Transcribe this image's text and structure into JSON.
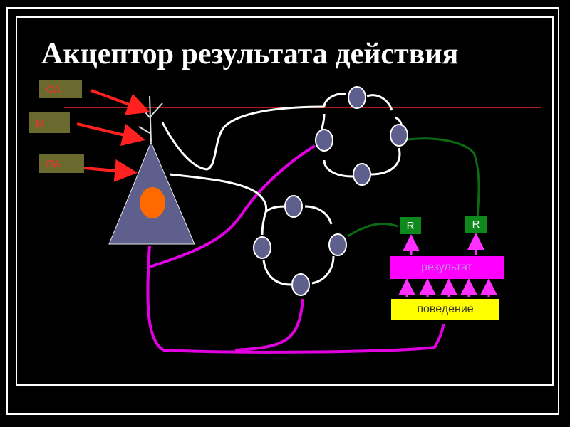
{
  "title": "Акцептор результата действия",
  "inputs": {
    "oa": "ОА",
    "m": "М",
    "pa": "ПА"
  },
  "outputs": {
    "r1": "R",
    "r2": "R"
  },
  "result_label": "результат",
  "behavior_label": "поведение",
  "colors": {
    "background": "#000000",
    "neuron_body": "#5e5f8c",
    "nucleus": "#ff6a00",
    "arrow": "#ff2020",
    "input_box": "#6b6a2e",
    "efferent": "#e000e0",
    "feedback": "#0b6b12",
    "result": "#ff00ff",
    "behavior": "#ffff00"
  },
  "icons": [
    "neuron-icon",
    "circuit-icon",
    "arrow-icon"
  ]
}
